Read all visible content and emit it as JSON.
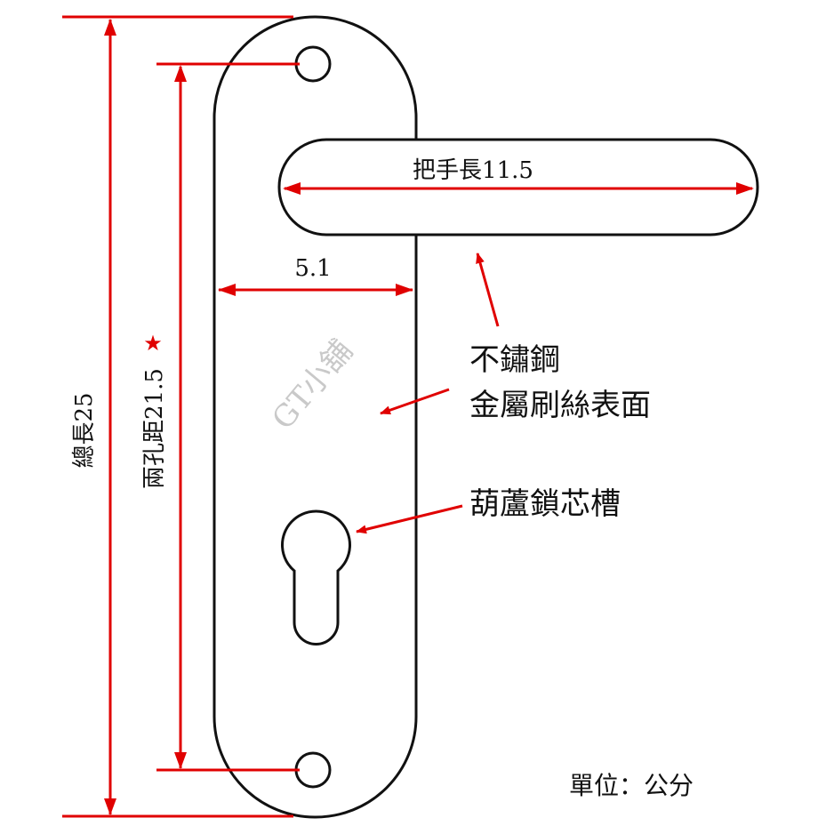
{
  "diagram": {
    "labels": {
      "handle_length": "把手長11.5",
      "plate_width": "5.1",
      "total_length": "總長25",
      "hole_distance": "兩孔距21.5",
      "star": "★",
      "material_line1": "不鏽鋼",
      "material_line2": "金屬刷絲表面",
      "lock_slot": "葫蘆鎖芯槽",
      "unit": "單位：公分",
      "watermark": "GT小舖"
    },
    "colors": {
      "dimension": "#e00000",
      "outline": "#111111",
      "text": "#111111",
      "watermark": "#c9c9c9",
      "star": "#e00000"
    }
  }
}
